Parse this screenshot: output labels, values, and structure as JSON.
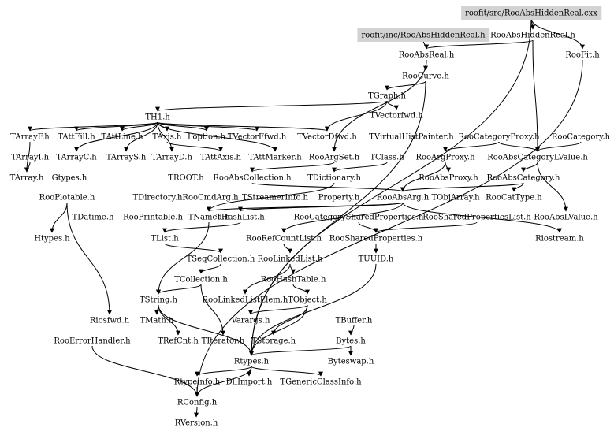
{
  "diagram": {
    "title": "Include dependency graph for roofit/src/RooAbsHiddenReal.cxx",
    "highlight_color": "#d3d3d3",
    "nodes": [
      {
        "id": "cxx",
        "label": "roofit/src/RooAbsHiddenReal.cxx",
        "highlighted": true
      },
      {
        "id": "inc",
        "label": "roofit/inc/RooAbsHiddenReal.h",
        "highlighted": true
      },
      {
        "id": "rahr",
        "label": "RooAbsHiddenReal.h"
      },
      {
        "id": "roofit",
        "label": "RooFit.h"
      },
      {
        "id": "rar",
        "label": "RooAbsReal.h"
      },
      {
        "id": "curve",
        "label": "RooCurve.h"
      },
      {
        "id": "tgraph",
        "label": "TGraph.h"
      },
      {
        "id": "tvecfwd",
        "label": "TVectorfwd.h"
      },
      {
        "id": "th1",
        "label": "TH1.h"
      },
      {
        "id": "tarrayf",
        "label": "TArrayF.h"
      },
      {
        "id": "tattfill",
        "label": "TAttFill.h"
      },
      {
        "id": "tattline",
        "label": "TAttLine.h"
      },
      {
        "id": "taxis",
        "label": "TAxis.h"
      },
      {
        "id": "foption",
        "label": "Foption.h"
      },
      {
        "id": "tvffwd",
        "label": "TVectorFfwd.h"
      },
      {
        "id": "tvdfwd",
        "label": "TVectorDfwd.h"
      },
      {
        "id": "tvhp",
        "label": "TVirtualHistPainter.h"
      },
      {
        "id": "rcatproxy",
        "label": "RooCategoryProxy.h"
      },
      {
        "id": "rcat",
        "label": "RooCategory.h"
      },
      {
        "id": "tarrayi",
        "label": "TArrayI.h"
      },
      {
        "id": "tarrayc",
        "label": "TArrayC.h"
      },
      {
        "id": "tarrays",
        "label": "TArrayS.h"
      },
      {
        "id": "tarrayd",
        "label": "TArrayD.h"
      },
      {
        "id": "tattaxis",
        "label": "TAttAxis.h"
      },
      {
        "id": "tattmarker",
        "label": "TAttMarker.h"
      },
      {
        "id": "rargset",
        "label": "RooArgSet.h"
      },
      {
        "id": "tclass",
        "label": "TClass.h"
      },
      {
        "id": "rargproxy",
        "label": "RooArgProxy.h"
      },
      {
        "id": "racatlv",
        "label": "RooAbsCategoryLValue.h"
      },
      {
        "id": "tarray",
        "label": "TArray.h"
      },
      {
        "id": "gtypes",
        "label": "Gtypes.h"
      },
      {
        "id": "troot",
        "label": "TROOT.h"
      },
      {
        "id": "racoll",
        "label": "RooAbsCollection.h"
      },
      {
        "id": "tdict",
        "label": "TDictionary.h"
      },
      {
        "id": "raproxy",
        "label": "RooAbsProxy.h"
      },
      {
        "id": "racat",
        "label": "RooAbsCategory.h"
      },
      {
        "id": "rplotable",
        "label": "RooPlotable.h"
      },
      {
        "id": "tdir",
        "label": "TDirectory.h"
      },
      {
        "id": "rcmdarg",
        "label": "RooCmdArg.h"
      },
      {
        "id": "tsinfo",
        "label": "TStreamerInfo.h"
      },
      {
        "id": "property",
        "label": "Property.h"
      },
      {
        "id": "raarg",
        "label": "RooAbsArg.h"
      },
      {
        "id": "tobjarray",
        "label": "TObjArray.h"
      },
      {
        "id": "rcattype",
        "label": "RooCatType.h"
      },
      {
        "id": "tdatime",
        "label": "TDatime.h"
      },
      {
        "id": "rprintable",
        "label": "RooPrintable.h"
      },
      {
        "id": "tnamed",
        "label": "TNamed.h"
      },
      {
        "id": "thashlist",
        "label": "THashList.h"
      },
      {
        "id": "rcsp",
        "label": "RooCategorySharedProperties.h"
      },
      {
        "id": "rspl",
        "label": "RooSharedPropertiesList.h"
      },
      {
        "id": "ralv",
        "label": "RooAbsLValue.h"
      },
      {
        "id": "htypes",
        "label": "Htypes.h"
      },
      {
        "id": "tlist",
        "label": "TList.h"
      },
      {
        "id": "rrcl",
        "label": "RooRefCountList.h"
      },
      {
        "id": "rsp",
        "label": "RooSharedProperties.h"
      },
      {
        "id": "riostream",
        "label": "Riostream.h"
      },
      {
        "id": "tseqcoll",
        "label": "TSeqCollection.h"
      },
      {
        "id": "rll",
        "label": "RooLinkedList.h"
      },
      {
        "id": "tuuid",
        "label": "TUUID.h"
      },
      {
        "id": "tcoll",
        "label": "TCollection.h"
      },
      {
        "id": "rht",
        "label": "RooHashTable.h"
      },
      {
        "id": "tstring",
        "label": "TString.h"
      },
      {
        "id": "rlle",
        "label": "RooLinkedListElem.h"
      },
      {
        "id": "tobject",
        "label": "TObject.h"
      },
      {
        "id": "riosfwd",
        "label": "Riosfwd.h"
      },
      {
        "id": "tmath",
        "label": "TMath.h"
      },
      {
        "id": "varargs",
        "label": "Varargs.h"
      },
      {
        "id": "tbuffer",
        "label": "TBuffer.h"
      },
      {
        "id": "reh",
        "label": "RooErrorHandler.h"
      },
      {
        "id": "trefcnt",
        "label": "TRefCnt.h"
      },
      {
        "id": "titer",
        "label": "TIterator.h"
      },
      {
        "id": "tstorage",
        "label": "TStorage.h"
      },
      {
        "id": "bytes",
        "label": "Bytes.h"
      },
      {
        "id": "rtypes",
        "label": "Rtypes.h"
      },
      {
        "id": "byteswap",
        "label": "Byteswap.h"
      },
      {
        "id": "rtypeinfo",
        "label": "Rtypeinfo.h"
      },
      {
        "id": "dllimport",
        "label": "DllImport.h"
      },
      {
        "id": "tgci",
        "label": "TGenericClassInfo.h"
      },
      {
        "id": "rconfig",
        "label": "RConfig.h"
      },
      {
        "id": "rversion",
        "label": "RVersion.h"
      }
    ],
    "edges": [
      [
        "cxx",
        "rahr"
      ],
      [
        "cxx",
        "roofit"
      ],
      [
        "cxx",
        "rtypes"
      ],
      [
        "inc",
        "rar"
      ],
      [
        "rahr",
        "rar"
      ],
      [
        "rahr",
        "racatlv"
      ],
      [
        "rar",
        "curve"
      ],
      [
        "rar",
        "rargset"
      ],
      [
        "curve",
        "tgraph"
      ],
      [
        "curve",
        "rtypes"
      ],
      [
        "tgraph",
        "th1"
      ],
      [
        "tgraph",
        "tvecfwd"
      ],
      [
        "tgraph",
        "tvdfwd"
      ],
      [
        "th1",
        "tarrayf"
      ],
      [
        "th1",
        "tattfill"
      ],
      [
        "th1",
        "tattline"
      ],
      [
        "th1",
        "taxis"
      ],
      [
        "th1",
        "foption"
      ],
      [
        "th1",
        "tvffwd"
      ],
      [
        "th1",
        "tvdfwd"
      ],
      [
        "th1",
        "tarrayc"
      ],
      [
        "th1",
        "tarrays"
      ],
      [
        "th1",
        "tarrayd"
      ],
      [
        "th1",
        "tattmarker"
      ],
      [
        "tarrayf",
        "tarray"
      ],
      [
        "tarrayi",
        "tarray"
      ],
      [
        "taxis",
        "tattaxis"
      ],
      [
        "rcatproxy",
        "rargproxy"
      ],
      [
        "rcatproxy",
        "racatlv"
      ],
      [
        "rcat",
        "racatlv"
      ],
      [
        "racatlv",
        "racat"
      ],
      [
        "racatlv",
        "ralv"
      ],
      [
        "rargproxy",
        "raproxy"
      ],
      [
        "rargproxy",
        "raarg"
      ],
      [
        "racat",
        "rcattype"
      ],
      [
        "racat",
        "raarg"
      ],
      [
        "rargset",
        "racoll"
      ],
      [
        "racoll",
        "raarg"
      ],
      [
        "tclass",
        "tdict"
      ],
      [
        "tdict",
        "tnamed"
      ],
      [
        "raarg",
        "tnamed"
      ],
      [
        "raarg",
        "thashlist"
      ],
      [
        "raarg",
        "rrcl"
      ],
      [
        "raarg",
        "riostream"
      ],
      [
        "tnamed",
        "tstring"
      ],
      [
        "thashlist",
        "tlist"
      ],
      [
        "tlist",
        "tseqcoll"
      ],
      [
        "tseqcoll",
        "tcoll"
      ],
      [
        "rrcl",
        "rll"
      ],
      [
        "rll",
        "rht"
      ],
      [
        "rll",
        "rlle"
      ],
      [
        "rht",
        "tobject"
      ],
      [
        "tcoll",
        "tstring"
      ],
      [
        "tcoll",
        "titer"
      ],
      [
        "tobject",
        "rtypes"
      ],
      [
        "tobject",
        "tstorage"
      ],
      [
        "tobject",
        "varargs"
      ],
      [
        "tstring",
        "tmath"
      ],
      [
        "tstring",
        "trefcnt"
      ],
      [
        "tstring",
        "rtypes"
      ],
      [
        "tbuffer",
        "bytes"
      ],
      [
        "bytes",
        "byteswap"
      ],
      [
        "bytes",
        "rtypes"
      ],
      [
        "rtypes",
        "rtypeinfo"
      ],
      [
        "rtypes",
        "dllimport"
      ],
      [
        "rtypes",
        "tgci"
      ],
      [
        "rtypes",
        "rconfig"
      ],
      [
        "rtypeinfo",
        "rconfig"
      ],
      [
        "rconfig",
        "rversion"
      ],
      [
        "rsp",
        "tuuid"
      ],
      [
        "rcsp",
        "rsp"
      ],
      [
        "rspl",
        "rsp"
      ],
      [
        "tuuid",
        "rtypes"
      ],
      [
        "rplotable",
        "htypes"
      ],
      [
        "rplotable",
        "riosfwd"
      ],
      [
        "reh",
        "rconfig"
      ],
      [
        "roofit",
        "rconfig"
      ]
    ]
  }
}
